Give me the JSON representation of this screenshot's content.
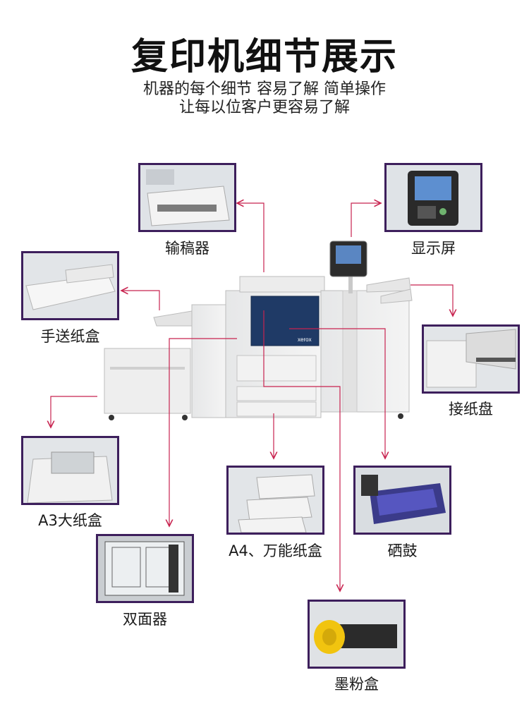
{
  "header": {
    "title": "复印机细节展示",
    "subtitle_line1": "机器的每个细节 容易了解 简单操作",
    "subtitle_line2": "让每以位客户更容易了解"
  },
  "parts": {
    "document_feeder": "输稿器",
    "display": "显示屏",
    "bypass_tray": "手送纸盒",
    "output_tray": "接纸盘",
    "a3_tray": "A3大纸盒",
    "a4_tray": "A4、万能纸盒",
    "drum": "硒鼓",
    "duplex_unit": "双面器",
    "toner_cartridge": "墨粉盒"
  },
  "brand": "xerox",
  "colors": {
    "frame": "#3d1f5c",
    "leader_line": "#c8234f",
    "panel_blue": "#1f3a66"
  }
}
